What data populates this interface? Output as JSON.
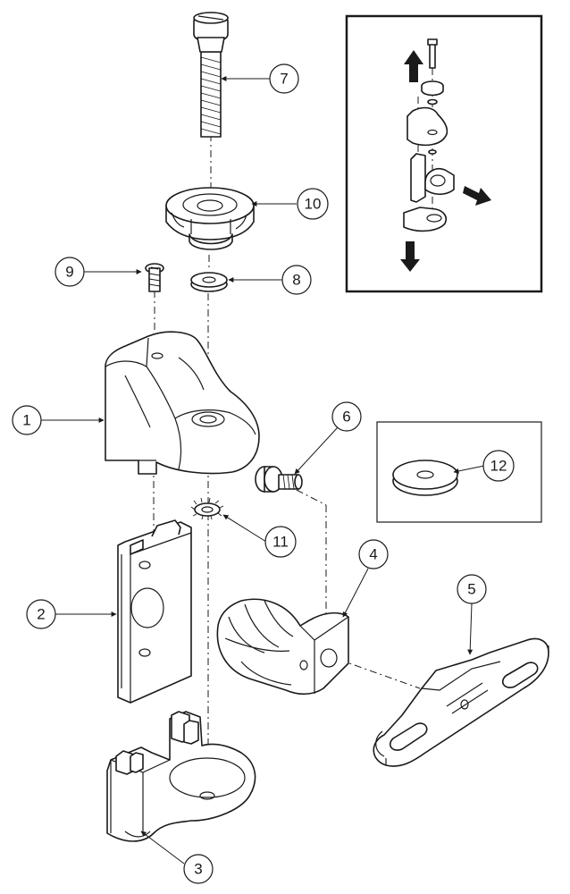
{
  "callouts": [
    {
      "id": "1",
      "label": "1"
    },
    {
      "id": "2",
      "label": "2"
    },
    {
      "id": "3",
      "label": "3"
    },
    {
      "id": "4",
      "label": "4"
    },
    {
      "id": "5",
      "label": "5"
    },
    {
      "id": "6",
      "label": "6"
    },
    {
      "id": "7",
      "label": "7"
    },
    {
      "id": "8",
      "label": "8"
    },
    {
      "id": "9",
      "label": "9"
    },
    {
      "id": "10",
      "label": "10"
    },
    {
      "id": "11",
      "label": "11"
    },
    {
      "id": "12",
      "label": "12"
    }
  ],
  "colors": {
    "ink": "#1a1a1a",
    "paper": "#ffffff"
  }
}
